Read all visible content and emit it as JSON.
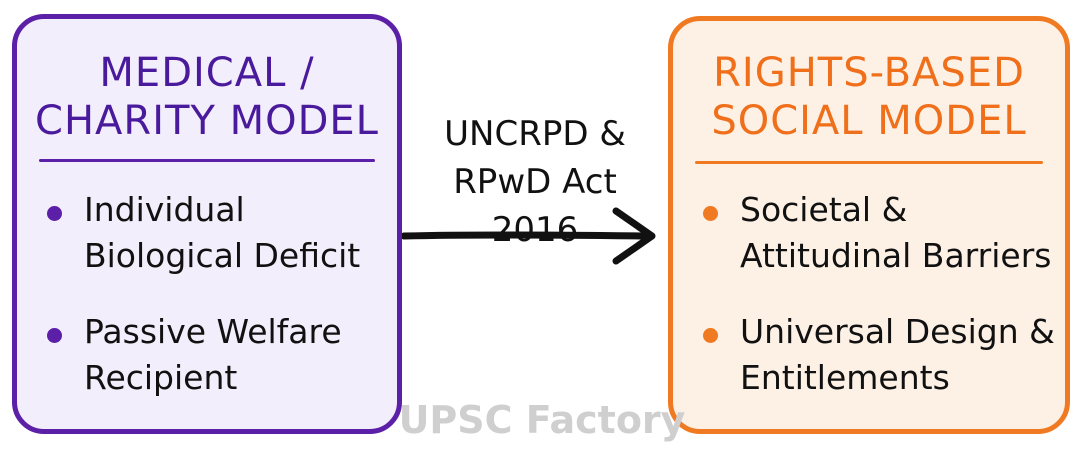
{
  "left_panel": {
    "title": "MEDICAL /\nCHARITY MODEL",
    "bullets": [
      "Individual\nBiological Deficit",
      "Passive Welfare\nRecipient"
    ],
    "border_color": "#5b1fa8",
    "fill_color": "#f3eefb",
    "title_color": "#4a1a9c",
    "bullet_color": "#5b1fa8"
  },
  "transition": {
    "label": "UNCRPD &\nRPwD Act 2016"
  },
  "right_panel": {
    "title": "RIGHTS-BASED\nSOCIAL MODEL",
    "bullets": [
      "Societal &\nAttitudinal Barriers",
      "Universal Design &\nEntitlements"
    ],
    "border_color": "#f07a22",
    "fill_color": "#fdf1e6",
    "title_color": "#ef6f1a",
    "bullet_color": "#f07a22"
  },
  "watermark": "UPSC Factory"
}
